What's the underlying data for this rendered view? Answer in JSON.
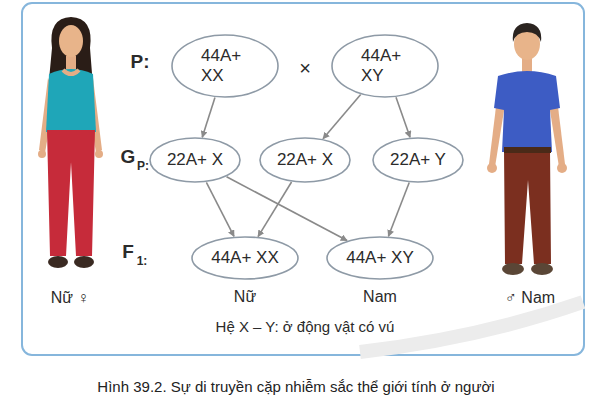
{
  "diagram": {
    "caption": "Hình 39.2. Sự di truyền cặp nhiễm sắc thể giới tính ở người",
    "nodes": [
      {
        "text": [
          "44A+ XX"
        ]
      },
      {
        "text": [
          "44A+ XY"
        ]
      },
      {
        "text": [
          "22A+ X"
        ]
      },
      {
        "text": [
          "22A+ X"
        ]
      },
      {
        "text": [
          "22A+ Y"
        ]
      },
      {
        "text": [
          "44A+ XX"
        ]
      },
      {
        "text": [
          "44A+ XY"
        ]
      }
    ],
    "edges": [
      {
        "from": 0,
        "to": 2,
        "arrow": "to"
      },
      {
        "from": 1,
        "to": 3,
        "arrow": "to"
      },
      {
        "from": 1,
        "to": 4,
        "arrow": "to"
      },
      {
        "from": 2,
        "to": 5,
        "arrow": "to"
      },
      {
        "from": 2,
        "to": 6,
        "arrow": "to"
      },
      {
        "from": 3,
        "to": 5,
        "arrow": "to"
      },
      {
        "from": 4,
        "to": 6,
        "arrow": "to"
      }
    ],
    "labels": [
      "P:",
      "×",
      "G",
      "P:",
      "F",
      "1:",
      "Nữ",
      "Nam",
      "Hệ X – Y: ở động vật có vú",
      "Nữ ♀",
      "♂ Nam"
    ]
  }
}
